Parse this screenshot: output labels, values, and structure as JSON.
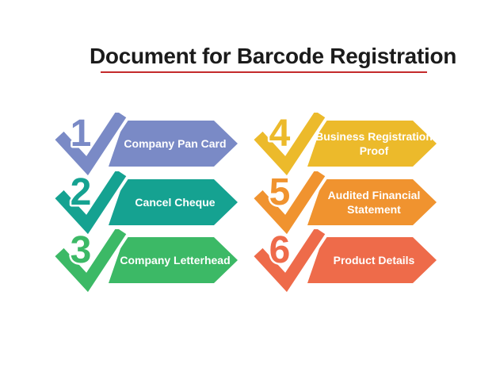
{
  "title": {
    "text": "Document for Barcode Registration"
  },
  "items": [
    {
      "number": "1",
      "label": "Company Pan Card",
      "color": "#7A8AC6"
    },
    {
      "number": "2",
      "label": "Cancel Cheque",
      "color": "#15A291"
    },
    {
      "number": "3",
      "label": "Company Letterhead",
      "color": "#3CB966"
    },
    {
      "number": "4",
      "label": "Business Registration Proof",
      "color": "#ECBA2B"
    },
    {
      "number": "5",
      "label": "Audited Financial Statement",
      "color": "#F0932F"
    },
    {
      "number": "6",
      "label": "Product Details",
      "color": "#EE6B4A"
    }
  ],
  "colors": {
    "background": "#FFFFFF",
    "title_text": "#1B1B1B",
    "title_underline": "#C42A2B",
    "label_text": "#FFFFFF"
  }
}
